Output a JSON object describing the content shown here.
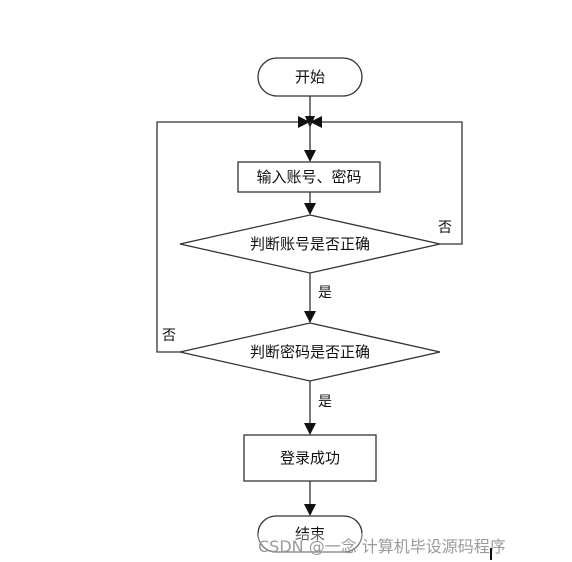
{
  "nodes": {
    "start": "开始",
    "input": "输入账号、密码",
    "check_account": "判断账号是否正确",
    "check_password": "判断密码是否正确",
    "success": "登录成功",
    "end": "结束"
  },
  "edges": {
    "account_yes": "是",
    "account_no": "否",
    "password_yes": "是",
    "password_no": "否"
  },
  "watermark": "CSDN @一念 计算机毕设源码程序"
}
